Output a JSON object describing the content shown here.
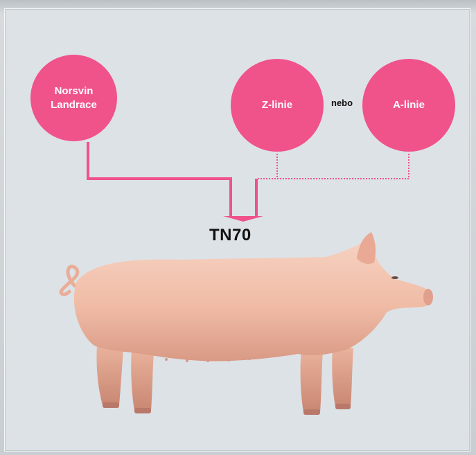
{
  "diagram": {
    "left_breed": "Norsvin Landrace",
    "left_breed_lines": [
      "Norsvin",
      "Landrace"
    ],
    "right_breed_1": "Z-linie",
    "connector_text": "nebo",
    "right_breed_2": "A-linie",
    "result": "TN70"
  },
  "colors": {
    "circle": "#f0528a",
    "line": "#f0528a",
    "background": "#dde2e7",
    "pig": "#f2c2ae"
  },
  "icons": {
    "pig": "pig-illustration"
  }
}
